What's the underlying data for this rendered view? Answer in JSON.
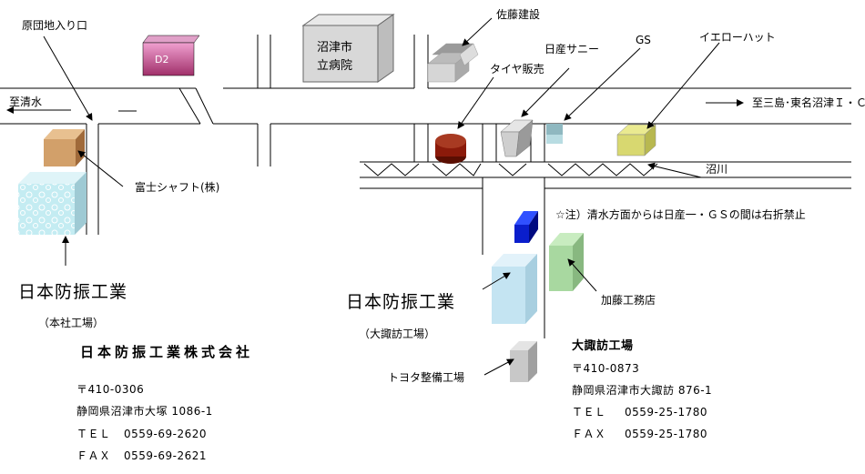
{
  "roads": {
    "to_shimizu": "至清水",
    "to_mishima": "至三島･東名沼津Ｉ・Ｃ",
    "river": "沼川"
  },
  "landmarks": {
    "haradanchi": "原団地入り口",
    "d2": "D2",
    "hospital_line1": "沼津市",
    "hospital_line2": "立病院",
    "sato": "佐藤建設",
    "tire": "タイヤ販売",
    "nissan": "日産サニー",
    "gs": "GS",
    "yellowhat": "イエローハット",
    "fuji": "富士シャフト(株)",
    "kato": "加藤工務店",
    "toyota": "トヨタ整備工場"
  },
  "note": "☆注）清水方面からは日産一・ＧＳの間は右折禁止",
  "factories": {
    "main_title": "日本防振工業",
    "main_sub": "（本社工場）",
    "osuwa_title": "日本防振工業",
    "osuwa_sub": "（大諏訪工場）"
  },
  "company": {
    "name": "日本防振工業株式会社",
    "zip": "〒410-0306",
    "address": "静岡県沼津市大塚 1086-1",
    "tel_label": "ＴＥＬ",
    "tel": "0559-69-2620",
    "fax_label": "ＦＡＸ",
    "fax": "0559-69-2621"
  },
  "osuwa": {
    "name": "大諏訪工場",
    "zip": "〒410-0873",
    "address": "静岡県沼津市大諏訪 876-1",
    "tel_label": "ＴＥＬ",
    "tel": "0559-25-1780",
    "fax_label": "ＦＡＸ",
    "fax": "0559-25-1780"
  },
  "colors": {
    "d2": "#c0508a",
    "hospital": "#d0d0d0",
    "tire": "#8b1a0a",
    "gs": "#8fb8c0",
    "yellowhat": "#d8d870",
    "fuji": "#d2a06a",
    "main_factory": "#bfe6ee",
    "osuwa_factory": "#c4e4f2",
    "blue_box": "#0a1ecc",
    "kato": "#a8d8a0",
    "toyota": "#c8c8c8"
  }
}
